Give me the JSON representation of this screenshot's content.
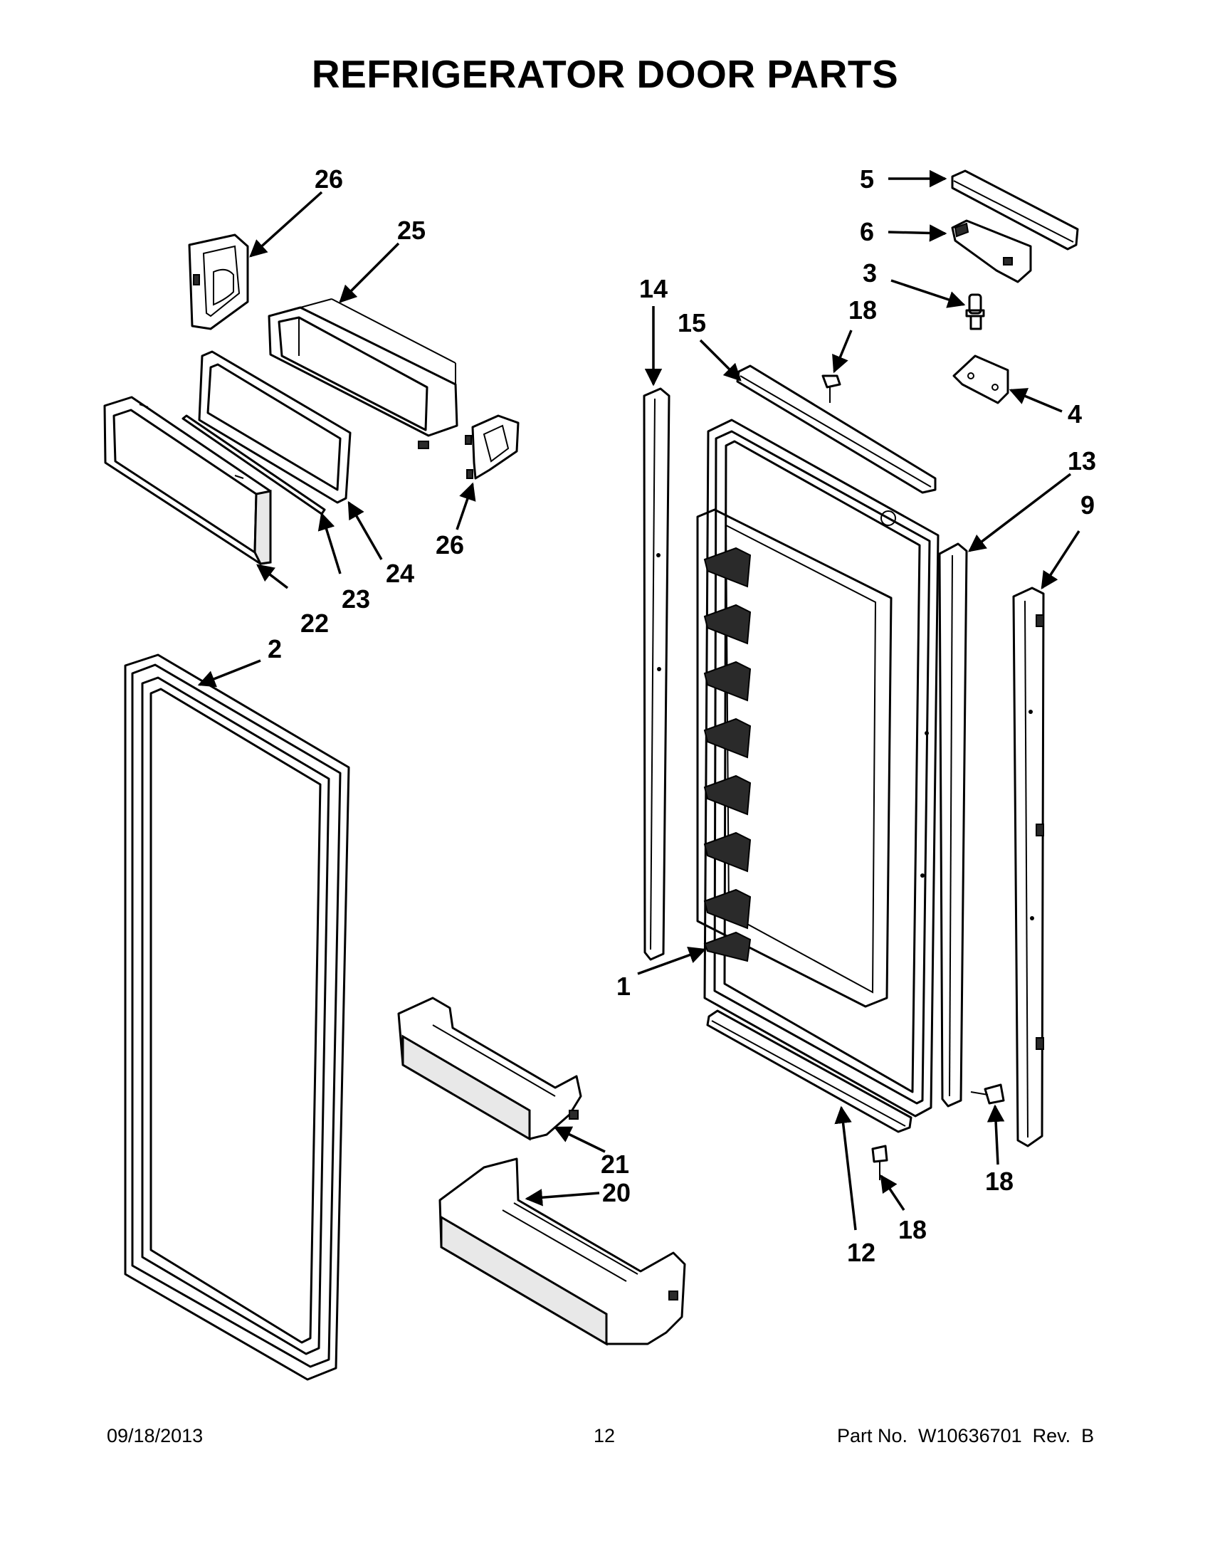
{
  "title": "REFRIGERATOR DOOR PARTS",
  "callouts": {
    "c1": "1",
    "c2": "2",
    "c3": "3",
    "c4": "4",
    "c5": "5",
    "c6": "6",
    "c9": "9",
    "c12": "12",
    "c13": "13",
    "c14": "14",
    "c15": "15",
    "c18a": "18",
    "c18b": "18",
    "c18c": "18",
    "c20": "20",
    "c21": "21",
    "c22": "22",
    "c23": "23",
    "c24": "24",
    "c25": "25",
    "c26a": "26",
    "c26b": "26"
  },
  "footer": {
    "date": "09/18/2013",
    "page": "12",
    "part_no": "Part No.  W10636701  Rev.  B"
  }
}
